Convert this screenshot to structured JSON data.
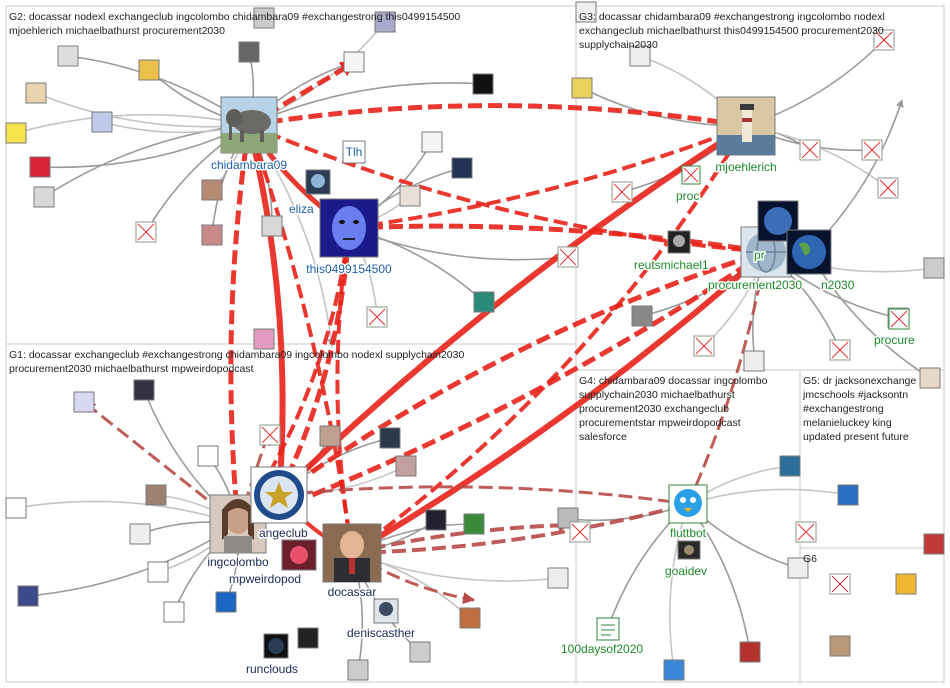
{
  "colors": {
    "edge_gray": "#9a9a9a",
    "edge_light": "#c4c4c4",
    "edge_red": "#e8221b",
    "edge_dark_red": "#b84a48",
    "label_blue": "#1e5fa8",
    "label_green": "#1e8a2a",
    "label_navy": "#1a2a55",
    "box_stroke": "#c8c8c8"
  },
  "groups": [
    {
      "id": "G2",
      "label": "G2: docassar nodexl exchangeclub ingcolombo chidambara09 #exchangestrong this0499154500",
      "label2": "mjoehlerich michaelbathurst procurement2030"
    },
    {
      "id": "G3",
      "label": "G3: docassar chidambara09 #exchangestrong ingcolombo nodexl",
      "label2": "exchangeclub michaelbathurst this0499154500 procurement2030",
      "label3": "supplychain2030"
    },
    {
      "id": "G1",
      "label": "G1: docassar exchangeclub #exchangestrong chidambara09 ingcolombo nodexl supplychain2030",
      "label2": "procurement2030 michaelbathurst mpweirdopodcast"
    },
    {
      "id": "G4",
      "label": "G4: chidambara09 docassar ingcolombo",
      "label2": "supplychain2030 michaelbathurst",
      "label3": "procurement2030 exchangeclub",
      "label4": "procurementstar mpweirdopodcast",
      "label5": "salesforce"
    },
    {
      "id": "G5",
      "label": "G5: dr jacksonexchange",
      "label2": "jmcschools #jacksontn",
      "label3": "#exchangestrong",
      "label4": "melanieluckey king",
      "label5": "updated present future"
    },
    {
      "id": "G6",
      "label": "G6"
    }
  ],
  "nodes": [
    {
      "id": "chidambara09",
      "label": "chidambara09",
      "icon": "elephant-photo-icon"
    },
    {
      "id": "this0499154500",
      "label": "this0499154500",
      "icon": "blue-face-icon"
    },
    {
      "id": "eliza",
      "label": "eliza",
      "icon": "avatar-icon"
    },
    {
      "id": "tlh",
      "label": "Tlh",
      "icon": "text-avatar-icon"
    },
    {
      "id": "mjoehlerich",
      "label": "mjoehlerich",
      "icon": "lighthouse-photo-icon"
    },
    {
      "id": "proc",
      "label": "proc",
      "icon": "broken-image-icon"
    },
    {
      "id": "reutsmichael1",
      "label": "reutsmichael1",
      "icon": "avatar-icon"
    },
    {
      "id": "procurement2030",
      "label": "procurement2030",
      "icon": "globe-face-icon"
    },
    {
      "id": "n2030",
      "label": "n2030",
      "icon": "earth-icon"
    },
    {
      "id": "pr",
      "label": "pr",
      "icon": "earth-icon"
    },
    {
      "id": "procure",
      "label": "procure",
      "icon": "broken-image-icon"
    },
    {
      "id": "ingcolombo",
      "label": "ingcolombo",
      "icon": "portrait-photo-icon"
    },
    {
      "id": "angeclub",
      "label": "angeclub",
      "icon": "exchange-club-seal-icon"
    },
    {
      "id": "mpweirdopod",
      "label": "mpweirdopod",
      "icon": "podcast-icon"
    },
    {
      "id": "docassar",
      "label": "docassar",
      "icon": "man-photo-icon"
    },
    {
      "id": "deniscasther",
      "label": "deniscasther",
      "icon": "avatar-icon"
    },
    {
      "id": "runclouds",
      "label": "runclouds",
      "icon": "dark-circle-icon"
    },
    {
      "id": "fluttbot",
      "label": "fluttbot",
      "icon": "bird-robot-icon"
    },
    {
      "id": "goaidev",
      "label": "goaidev",
      "icon": "avatar-icon"
    },
    {
      "id": "100daysof2020",
      "label": "100daysof2020",
      "icon": "broken-image-icon"
    }
  ]
}
